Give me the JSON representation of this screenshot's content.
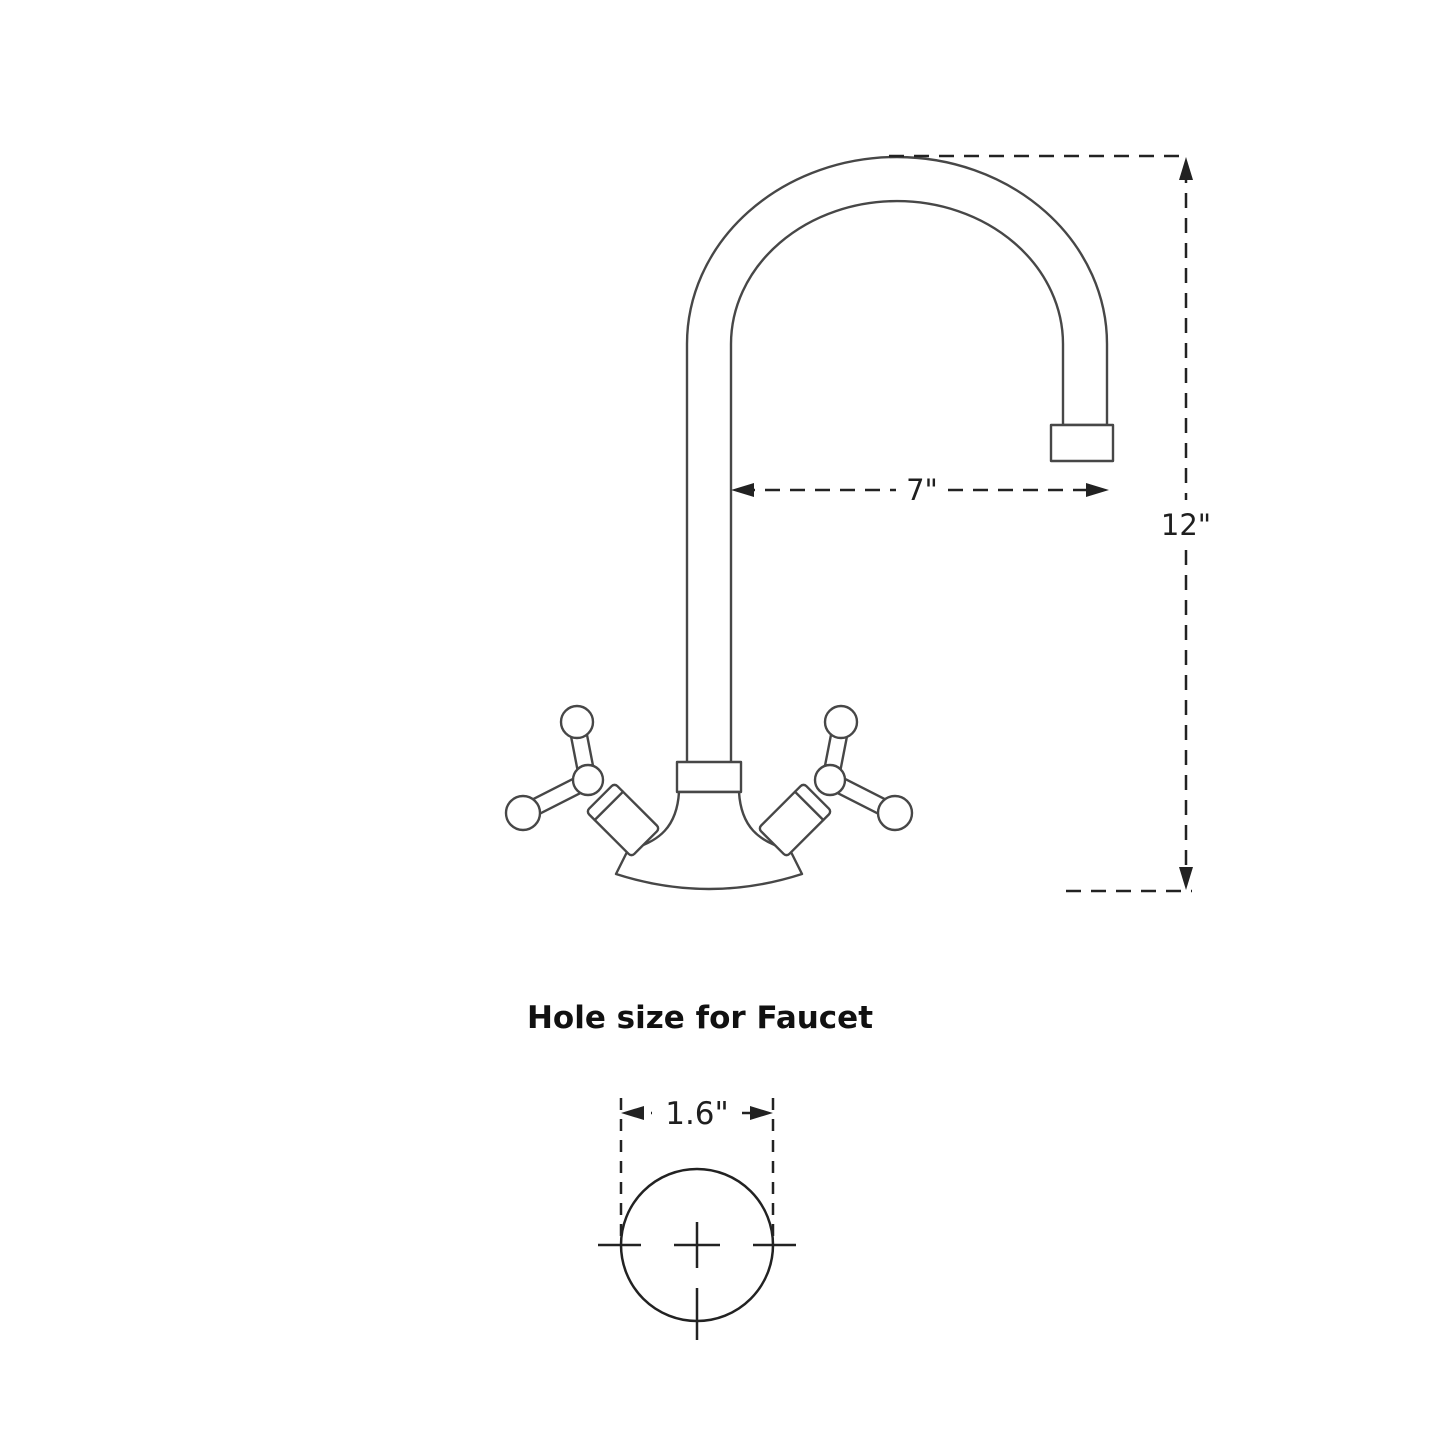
{
  "diagram": {
    "title": "Hole size for Faucet",
    "dimensions": {
      "spout_reach": "7\"",
      "height": "12\"",
      "hole_diameter": "1.6\""
    },
    "colors": {
      "dimension_line": "#222222",
      "faucet_line": "#474747",
      "background": "#ffffff"
    }
  }
}
